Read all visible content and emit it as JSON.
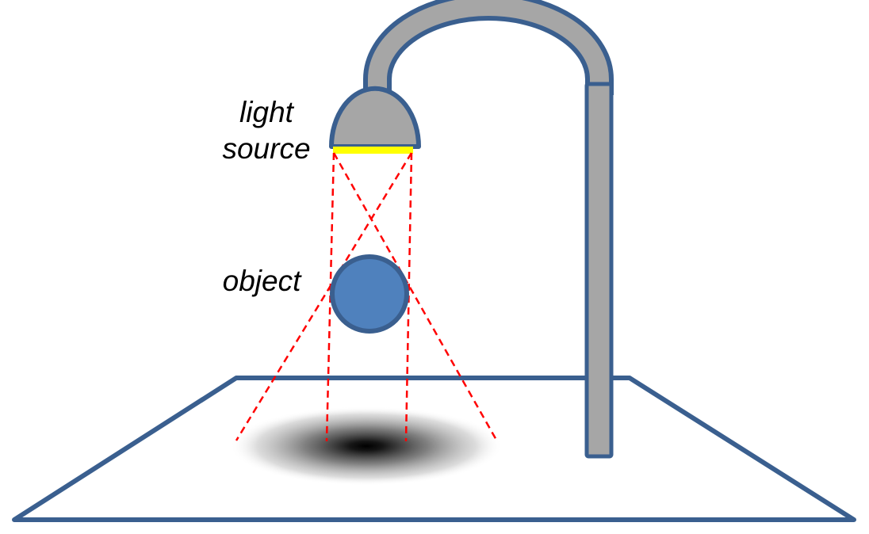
{
  "labels": {
    "light_line1": "light",
    "light_line2": "source",
    "object": "object"
  },
  "colors": {
    "outline": "#3a5f8f",
    "lamp_fill": "#a6a6a6",
    "bulb": "#ffff00",
    "object_fill": "#4f81bd",
    "rays": "#ff0000",
    "shadow_core": "#000000",
    "background": "#ffffff"
  },
  "elements": {
    "light_source": "lamp",
    "object": "sphere",
    "surface": "table",
    "shadow": "umbra-penumbra"
  }
}
